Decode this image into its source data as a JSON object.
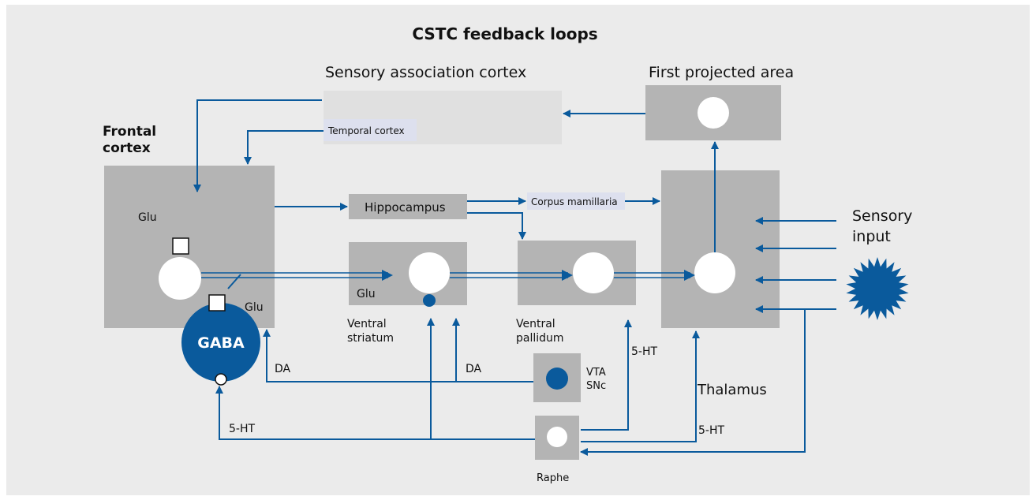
{
  "diagram": {
    "title": "CSTC feedback loops",
    "colors": {
      "background": "#ebebeb",
      "box": "#b4b4b4",
      "box_light": "#e0e0e0",
      "label_bg": "#dde0ee",
      "accent": "#0a5a9c",
      "node": "#ffffff"
    },
    "regions": {
      "sensory_association": "Sensory association cortex",
      "temporal": "Temporal cortex",
      "first_projected": "First projected area",
      "frontal": "Frontal cortex",
      "hippocampus": "Hippocampus",
      "corpus_mamillaria": "Corpus mamillaria",
      "ventral_striatum": "Ventral striatum",
      "ventral_pallidum": "Ventral pallidum",
      "thalamus": "Thalamus",
      "sensory_input": "Sensory input",
      "vta": "VTA",
      "snc": "SNc",
      "raphe": "Raphe"
    },
    "frontal_lines": [
      "Frontal",
      "cortex"
    ],
    "ventral_striatum_lines": [
      "Ventral",
      "striatum"
    ],
    "ventral_pallidum_lines": [
      "Ventral",
      "pallidum"
    ],
    "sensory_input_lines": [
      "Sensory",
      "input"
    ],
    "neuro": {
      "glu": "Glu",
      "gaba": "GABA",
      "da": "DA",
      "ht": "5-HT"
    }
  }
}
